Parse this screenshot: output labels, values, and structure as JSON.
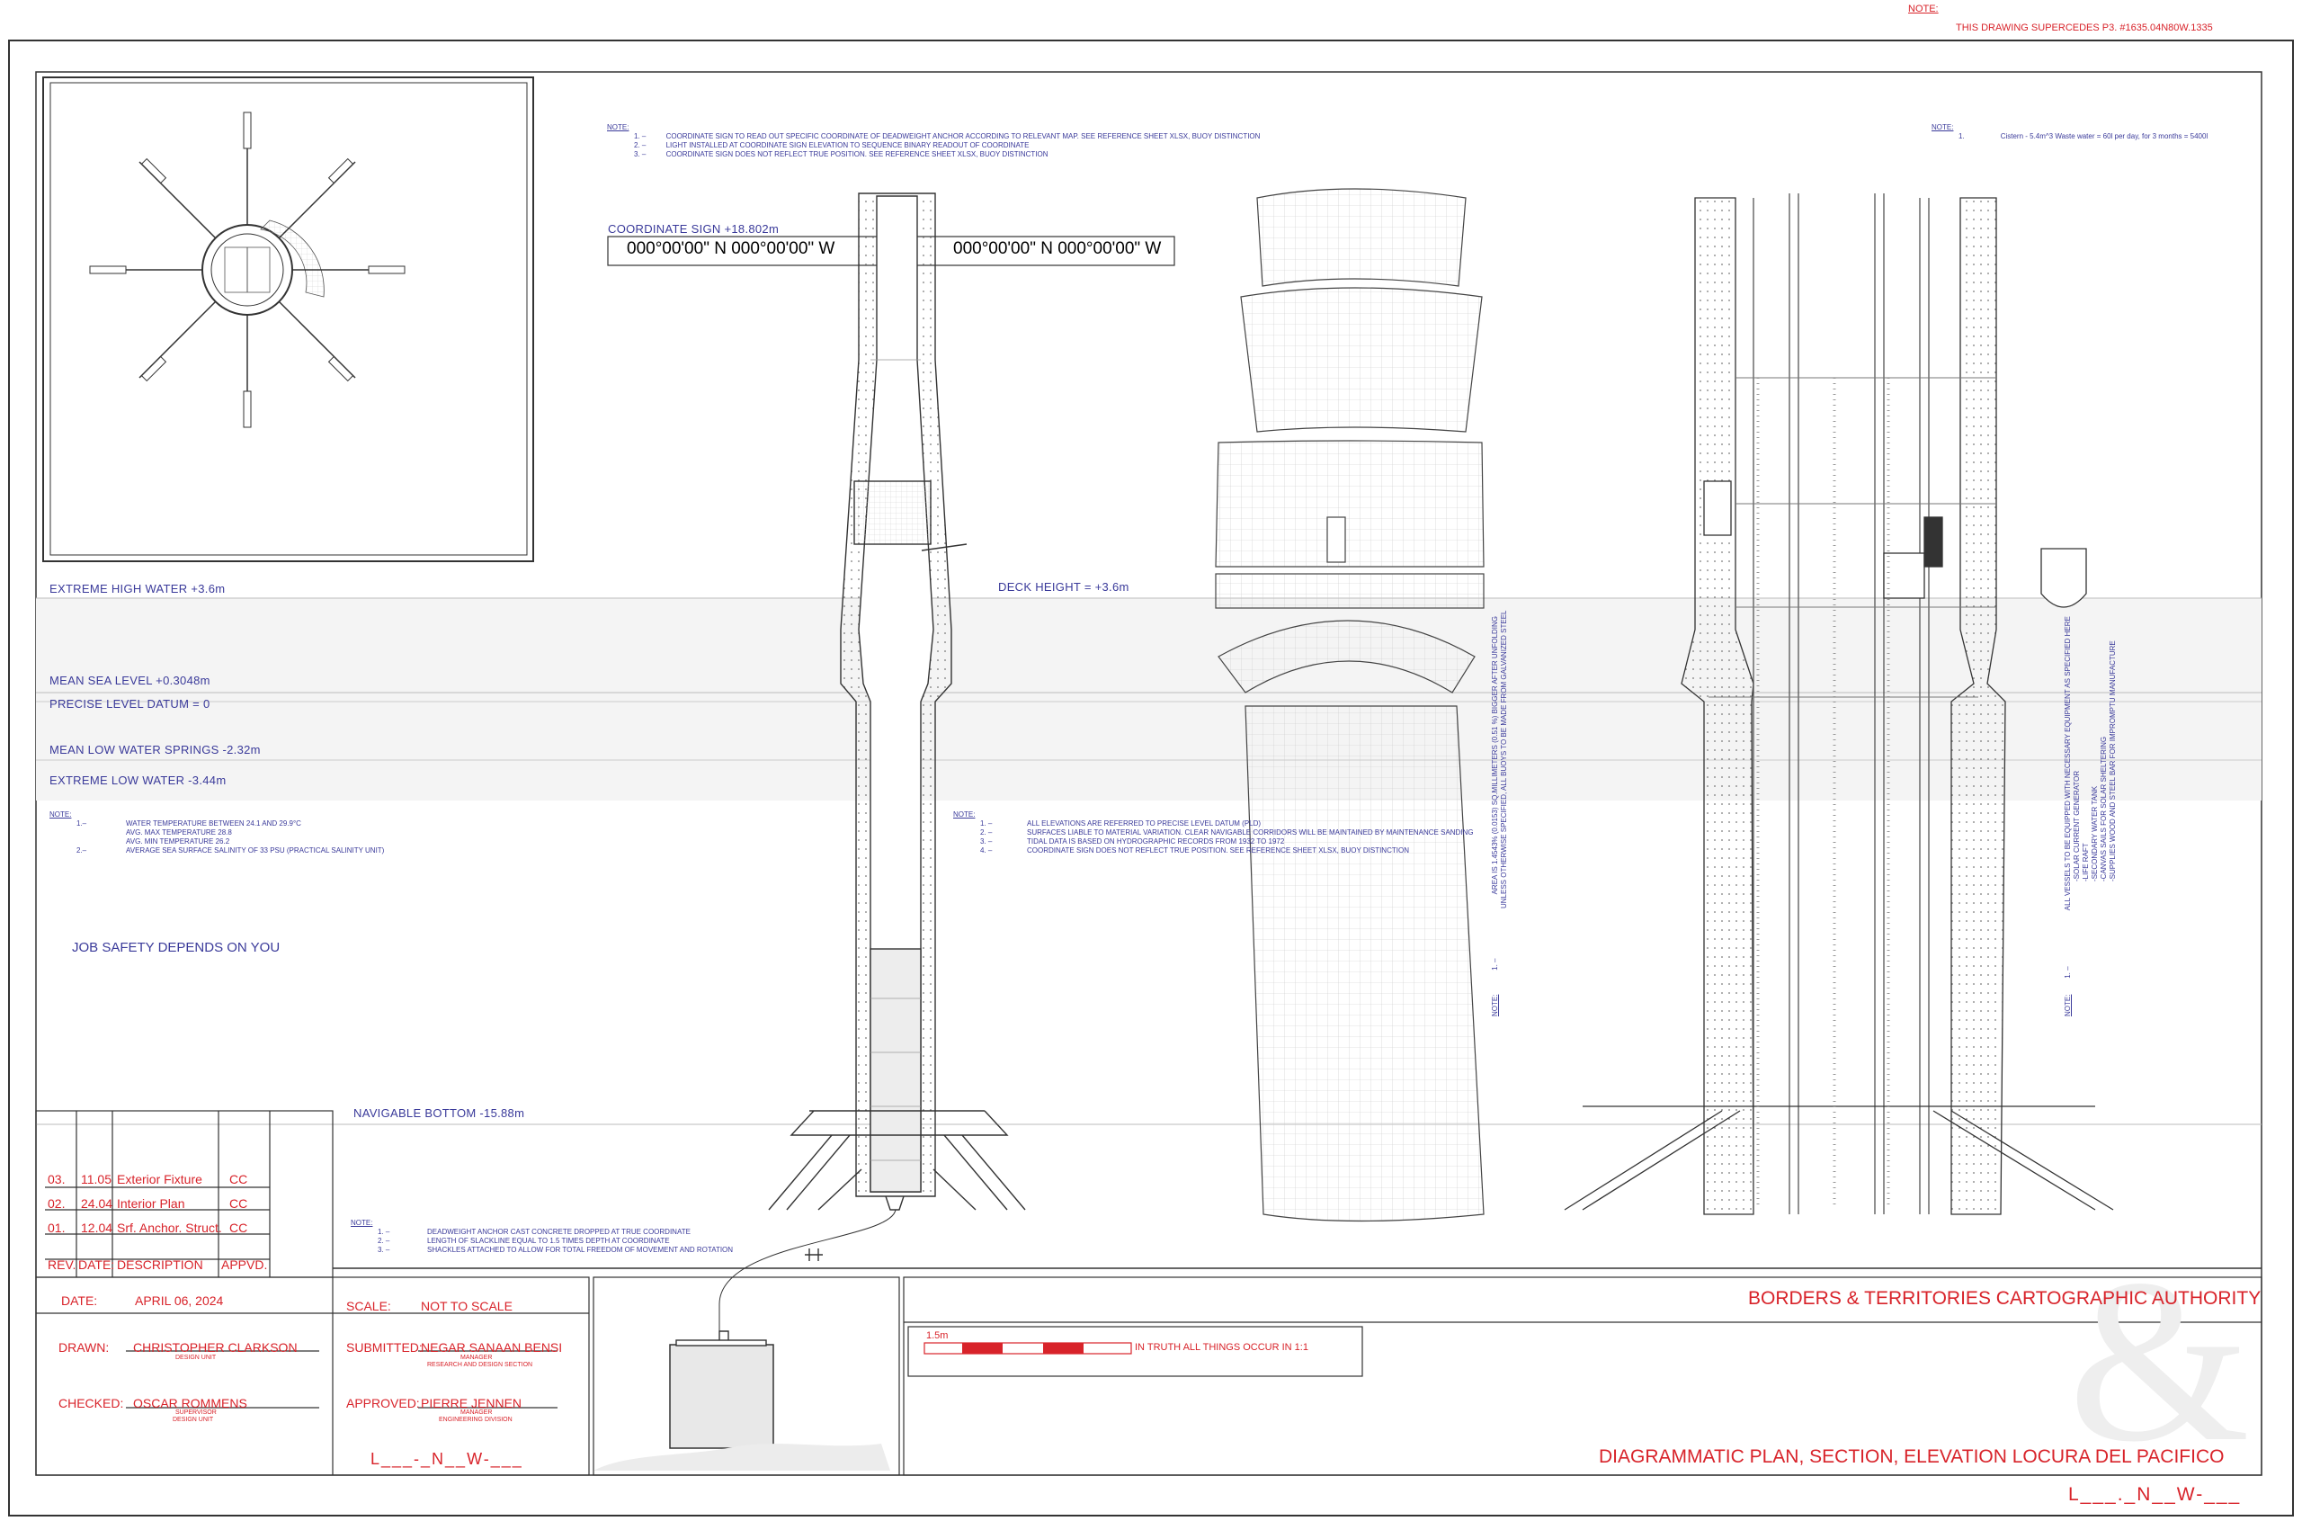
{
  "header": {
    "note_label": "NOTE:",
    "supersedes": "THIS DRAWING SUPERCEDES P3. #1635.04N80W.1335"
  },
  "top_note": {
    "label": "NOTE:",
    "items": [
      {
        "num": "1. –",
        "text": "COORDINATE SIGN TO READ OUT SPECIFIC COORDINATE OF DEADWEIGHT ANCHOR ACCORDING TO RELEVANT MAP. SEE REFERENCE SHEET XLSX, BUOY DISTINCTION"
      },
      {
        "num": "2. –",
        "text": "LIGHT INSTALLED AT COORDINATE SIGN ELEVATION TO SEQUENCE BINARY READOUT OF COORDINATE"
      },
      {
        "num": "3. –",
        "text": "COORDINATE SIGN DOES NOT REFLECT TRUE POSITION. SEE REFERENCE SHEET XLSX, BUOY DISTINCTION"
      }
    ]
  },
  "right_note": {
    "label": "NOTE:",
    "num": "1.",
    "text": "Cistern - 5.4m^3 Waste water = 60l per day, for 3 months = 5400l"
  },
  "coordinate_sign": {
    "title": "COORDINATE SIGN +18.802m",
    "left": "000°00'00\" N  000°00'00\" W",
    "right": "000°00'00\" N  000°00'00\" W"
  },
  "levels": {
    "extreme_high": "EXTREME HIGH WATER +3.6m",
    "deck": "DECK HEIGHT = +3.6m",
    "mean_sea": "MEAN SEA LEVEL +0.3048m",
    "datum": "PRECISE LEVEL DATUM = 0",
    "mlws": "MEAN LOW WATER SPRINGS -2.32m",
    "extreme_low": "EXTREME LOW WATER -3.44m",
    "navigable": "NAVIGABLE BOTTOM -15.88m"
  },
  "water_note": {
    "label": "NOTE:",
    "items": [
      {
        "num": "1.–",
        "text": "WATER TEMPERATURE BETWEEN 24.1 AND 29.9°C"
      },
      {
        "num": "",
        "text": "AVG. MAX TEMPERATURE 28.8"
      },
      {
        "num": "",
        "text": "AVG. MIN TEMPERATURE 26.2"
      },
      {
        "num": "2.–",
        "text": "AVERAGE SEA SURFACE SALINITY OF 33 PSU (PRACTICAL SALINITY UNIT)"
      }
    ]
  },
  "mid_note": {
    "label": "NOTE:",
    "items": [
      {
        "num": "1. –",
        "text": "ALL ELEVATIONS ARE REFERRED TO PRECISE LEVEL DATUM (PLD)"
      },
      {
        "num": "2. –",
        "text": "SURFACES LIABLE TO MATERIAL VARIATION. CLEAR NAVIGABLE CORRIDORS WILL BE MAINTAINED BY MAINTENANCE SANDING"
      },
      {
        "num": "3. –",
        "text": "TIDAL DATA IS BASED ON HYDROGRAPHIC RECORDS FROM 1932 TO 1972"
      },
      {
        "num": "4. –",
        "text": "COORDINATE SIGN DOES NOT REFLECT TRUE POSITION. SEE REFERENCE SHEET XLSX, BUOY DISTINCTION"
      }
    ]
  },
  "vertical_note_1": {
    "label": "NOTE:",
    "num": "1. –",
    "line1": "AREA IS 1.4543% (0.0153) SQ.MILLIMETERS (0.51 %) BIGGER AFTER UNFOLDING",
    "line2": "UNLESS OTHERWISE SPECIFIED, ALL BUOYS TO BE MADE FROM GALVANIZED STEEL"
  },
  "vertical_note_2": {
    "label": "NOTE:",
    "num": "1. –",
    "lines": [
      "ALL VESSELS TO BE EQUIPPED WITH NECESSARY EQUIPMENT AS SPECIFIED HERE",
      "-SOLAR CURRENT GENERATOR",
      "-LIFE RAFT",
      "-SECONDARY WATER TANK",
      "-CANVAS SAILS FOR SOLAR SHELTERING",
      "-SUPPLIES WOOD AND STEEL BAR FOR IMPROMPTU MANUFACTURE"
    ]
  },
  "safety": "JOB SAFETY DEPENDS ON YOU",
  "anchor_note": {
    "label": "NOTE:",
    "items": [
      {
        "num": "1. –",
        "text": "DEADWEIGHT ANCHOR CAST CONCRETE DROPPED AT TRUE COORDINATE"
      },
      {
        "num": "2. –",
        "text": "LENGTH OF SLACKLINE EQUAL TO 1.5 TIMES DEPTH AT COORDINATE"
      },
      {
        "num": "3. –",
        "text": "SHACKLES ATTACHED TO ALLOW FOR TOTAL FREEDOM OF MOVEMENT AND ROTATION"
      }
    ]
  },
  "revisions": {
    "rows": [
      {
        "rev": "03.",
        "date": "11.05",
        "desc": "Exterior Fixture",
        "appvd": "CC"
      },
      {
        "rev": "02.",
        "date": "24.04",
        "desc": "Interior Plan",
        "appvd": "CC"
      },
      {
        "rev": "01.",
        "date": "12.04",
        "desc": "Srf. Anchor. Struct.",
        "appvd": "CC"
      }
    ],
    "headers": {
      "rev": "REV.",
      "date": "DATE:",
      "desc": "DESCRIPTION",
      "appvd": "APPVD."
    }
  },
  "title_block": {
    "date_label": "DATE:",
    "date": "APRIL 06, 2024",
    "scale_label": "SCALE:",
    "scale": "NOT TO SCALE",
    "drawn_label": "DRAWN:",
    "drawn": "CHRISTOPHER CLARKSON",
    "drawn_unit": "DESIGN UNIT",
    "checked_label": "CHECKED:",
    "checked": "OSCAR ROMMENS",
    "checked_role": "SUPERVISOR",
    "checked_unit": "DESIGN UNIT",
    "submitted_label": "SUBMITTED:",
    "submitted": "NEGAR SANAAN BENSI",
    "submitted_role": "MANAGER",
    "submitted_unit": "RESEARCH AND DESIGN SECTION",
    "approved_label": "APPROVED:",
    "approved": "PIERRE JENNEN",
    "approved_role": "MANAGER",
    "approved_unit": "ENGINEERING DIVISION",
    "code_small": "L___-_N__W-___",
    "authority": "BORDERS & TERRITORIES CARTOGRAPHIC AUTHORITY",
    "scale_bar_label": "1.5m",
    "motto": "IN TRUTH ALL THINGS OCCUR IN 1:1",
    "title": "DIAGRAMMATIC PLAN, SECTION, ELEVATION LOCURA DEL PACIFICO",
    "code_big": "L___._N__W-___"
  },
  "colors": {
    "red": "#d8232a",
    "blue": "#3a3a9a",
    "line": "#333333",
    "grid": "#bbbbbb"
  }
}
